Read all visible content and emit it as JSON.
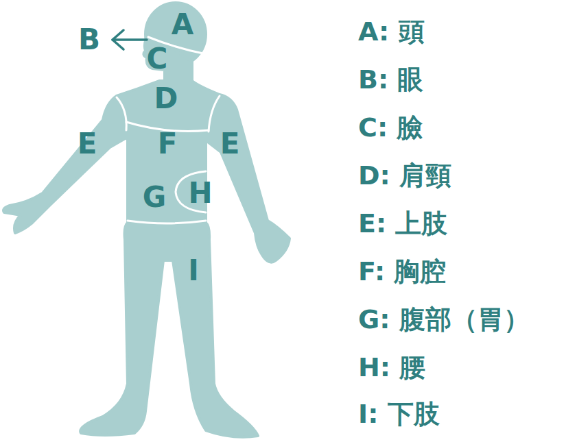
{
  "diagram": {
    "labels": [
      "A",
      "B",
      "C",
      "D",
      "E",
      "F",
      "E",
      "G",
      "H",
      "I",
      "A: 頭",
      "B: 眼",
      "C: 臉",
      "D: 肩頸",
      "E: 上肢",
      "F: 胸腔",
      "G: 腹部（胃）",
      "H: 腰",
      "I: 下肢"
    ]
  }
}
